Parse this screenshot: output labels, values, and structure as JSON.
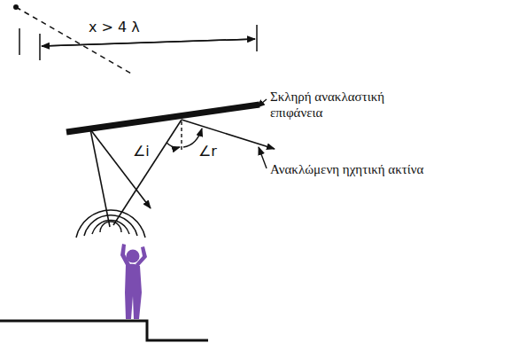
{
  "diagram": {
    "labels": [
      "x > 4 λ",
      "∠i",
      "∠r",
      "Σκληρή ανακλαστική επιφάνεια",
      "Ανακλώμενη ηχητική ακτίνα"
    ]
  }
}
